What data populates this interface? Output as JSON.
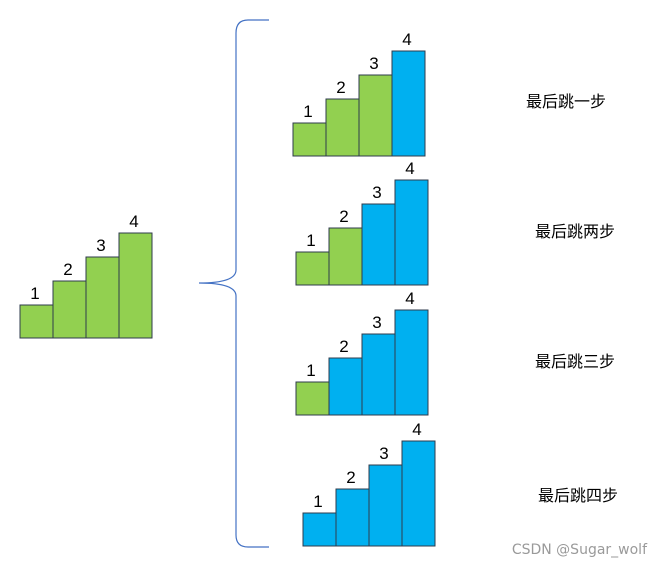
{
  "colors": {
    "green": "#92d050",
    "blue": "#00b0f0",
    "stroke": "#2f3b4c",
    "brace": "#4472c4"
  },
  "original": {
    "labels": [
      "1",
      "2",
      "3",
      "4"
    ],
    "last_jump": 0
  },
  "scenarios": [
    {
      "caption": "最后跳一步",
      "labels": [
        "1",
        "2",
        "3",
        "4"
      ],
      "blue_steps": 1
    },
    {
      "caption": "最后跳两步",
      "labels": [
        "1",
        "2",
        "3",
        "4"
      ],
      "blue_steps": 2
    },
    {
      "caption": "最后跳三步",
      "labels": [
        "1",
        "2",
        "3",
        "4"
      ],
      "blue_steps": 3
    },
    {
      "caption": "最后跳四步",
      "labels": [
        "1",
        "2",
        "3",
        "4"
      ],
      "blue_steps": 4
    }
  ],
  "watermark": "CSDN @Sugar_wolf"
}
